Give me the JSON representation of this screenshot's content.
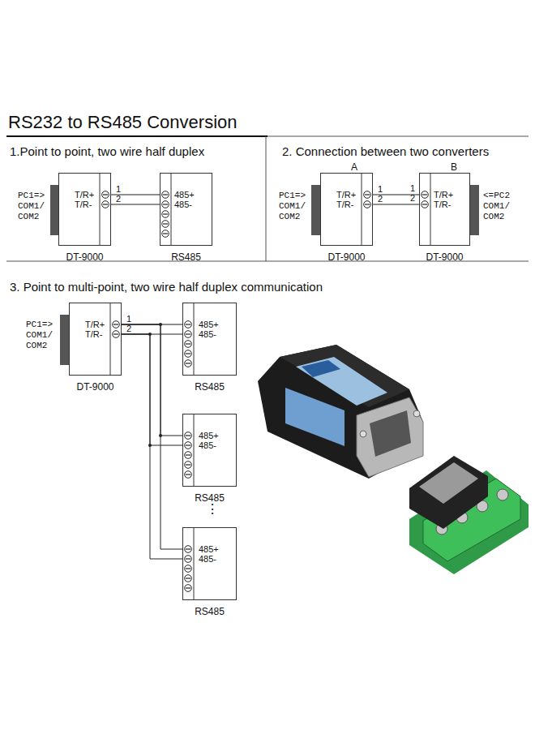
{
  "diagram": {
    "title": "RS232 to RS485 Conversion",
    "nodes": [
      {
        "text": [
          "T/R+",
          "T/R-",
          "DT-9000"
        ]
      },
      {
        "text": [
          "485+",
          "485-",
          "RS485"
        ]
      },
      {
        "text": [
          "T/R+",
          "T/R-",
          "DT-9000"
        ]
      },
      {
        "text": [
          "T/R+",
          "T/R-",
          "DT-9000"
        ]
      },
      {
        "text": [
          "T/R+",
          "T/R-",
          "DT-9000"
        ]
      },
      {
        "text": [
          "485+",
          "485-",
          "RS485"
        ]
      },
      {
        "text": [
          "485+",
          "485-",
          "RS485"
        ]
      },
      {
        "text": [
          "485+",
          "485-",
          "RS485"
        ]
      }
    ],
    "edges": [
      {
        "from": 0,
        "to": 1,
        "arrow": "none",
        "label": "1"
      },
      {
        "from": 0,
        "to": 1,
        "arrow": "none",
        "label": "2"
      },
      {
        "from": 2,
        "to": 3,
        "arrow": "none",
        "label": "1"
      },
      {
        "from": 2,
        "to": 3,
        "arrow": "none",
        "label": "2"
      },
      {
        "from": 4,
        "to": 5,
        "arrow": "none",
        "label": "1"
      },
      {
        "from": 4,
        "to": 5,
        "arrow": "none",
        "label": "2"
      },
      {
        "from": 4,
        "to": 6,
        "arrow": "none"
      },
      {
        "from": 4,
        "to": 6,
        "arrow": "none"
      },
      {
        "from": 4,
        "to": 7,
        "arrow": "none"
      },
      {
        "from": 4,
        "to": 7,
        "arrow": "none"
      }
    ],
    "labels": [
      "1.Point to point, two wire half duplex",
      "2. Connection between two converters",
      "3. Point to multi-point, two wire half duplex communication",
      "PC1=> COM1/ COM2",
      "A",
      "B",
      "PC1=> COM1/ COM2",
      "<=PC2 COM1/ COM2",
      "1",
      "2",
      "PC1=> COM1/ COM2",
      "⋮"
    ]
  }
}
